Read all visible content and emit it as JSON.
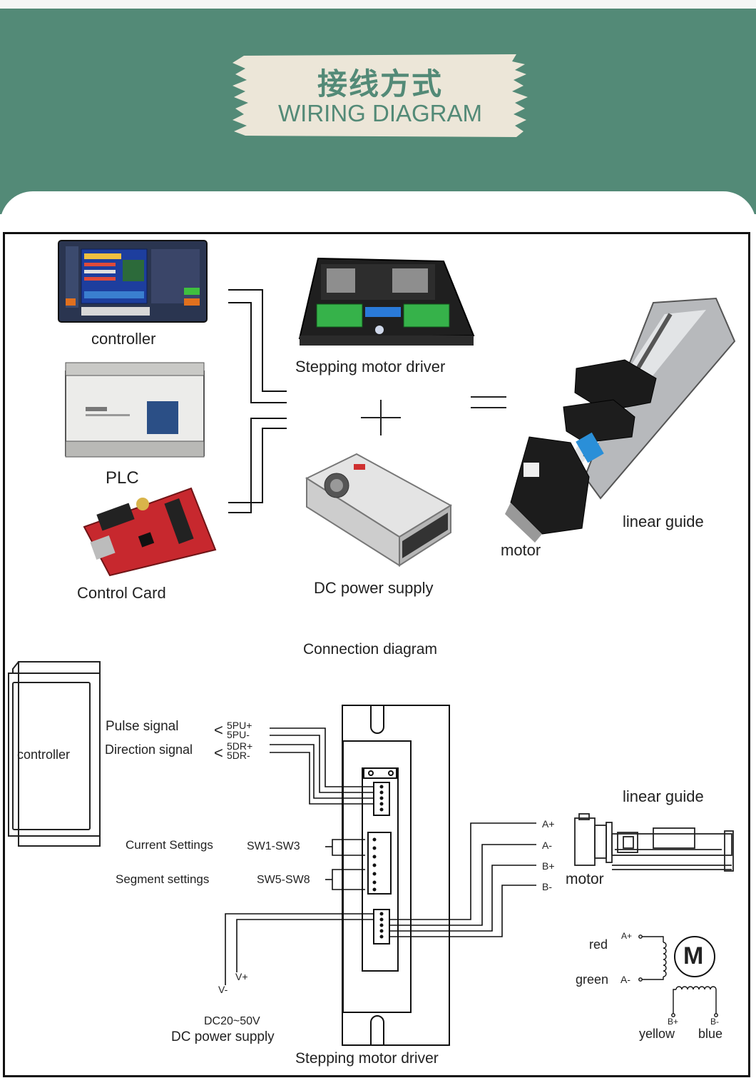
{
  "header": {
    "title_zh": "接线方式",
    "title_en": "WIRING DIAGRAM",
    "colors": {
      "band": "#538a77",
      "banner_paper": "#ece6d8"
    }
  },
  "top_section": {
    "devices": {
      "controller": "controller",
      "plc": "PLC",
      "control_card": "Control Card",
      "driver": "Stepping motor driver",
      "power_supply": "DC power supply",
      "motor": "motor",
      "linear_guide": "linear guide"
    },
    "operators": {
      "plus": "+",
      "equals": "="
    }
  },
  "connection": {
    "title": "Connection diagram",
    "controller_label": "controller",
    "pulse_signal": "Pulse signal",
    "direction_signal": "Direction signal",
    "pins": [
      "5PU+",
      "5PU-",
      "5DR+",
      "5DR-"
    ],
    "current_settings": "Current Settings",
    "current_switches": "SW1-SW3",
    "segment_settings": "Segment settings",
    "segment_switches": "SW5-SW8",
    "motor_pins": [
      "A+",
      "A-",
      "B+",
      "B-"
    ],
    "linear_guide": "linear guide",
    "motor": "motor",
    "v_plus": "V+",
    "v_minus": "V-",
    "voltage": "DC20~50V",
    "power_supply": "DC power supply",
    "driver": "Stepping motor driver"
  },
  "motor_legend": {
    "symbol": "M",
    "red": "red",
    "green": "green",
    "yellow": "yellow",
    "blue": "blue",
    "a_plus": "A+",
    "a_minus": "A-",
    "b_plus": "B+",
    "b_minus": "B-"
  }
}
